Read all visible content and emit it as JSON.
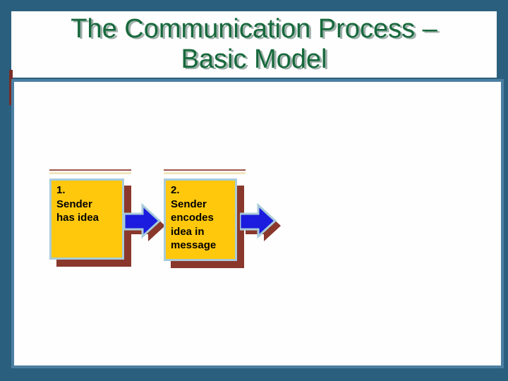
{
  "slide": {
    "title": "The Communication Process –\nBasic Model",
    "steps": [
      {
        "text": "1.\nSender\nhas idea"
      },
      {
        "text": "2.\nSender\nencodes\nidea in\nmessage"
      }
    ]
  },
  "icons": {
    "arrow_1": "flow-arrow-right",
    "arrow_2": "flow-arrow-right"
  },
  "colors": {
    "frame_blue": "#2B5F7E",
    "panel_white": "#FEFEFE",
    "panel_border_blue": "#4C7FA2",
    "title_green": "#17693C",
    "title_shadow_gray": "#9FB0AB",
    "box_yellow": "#FFC80D",
    "box_border_lightblue": "#A8CBD9",
    "shadow_maroon": "#8A372C",
    "arrow_blue": "#1C1CDE",
    "left_accent_maroon": "#7A2D27",
    "accent_line_cream": "#F2E6BE"
  }
}
